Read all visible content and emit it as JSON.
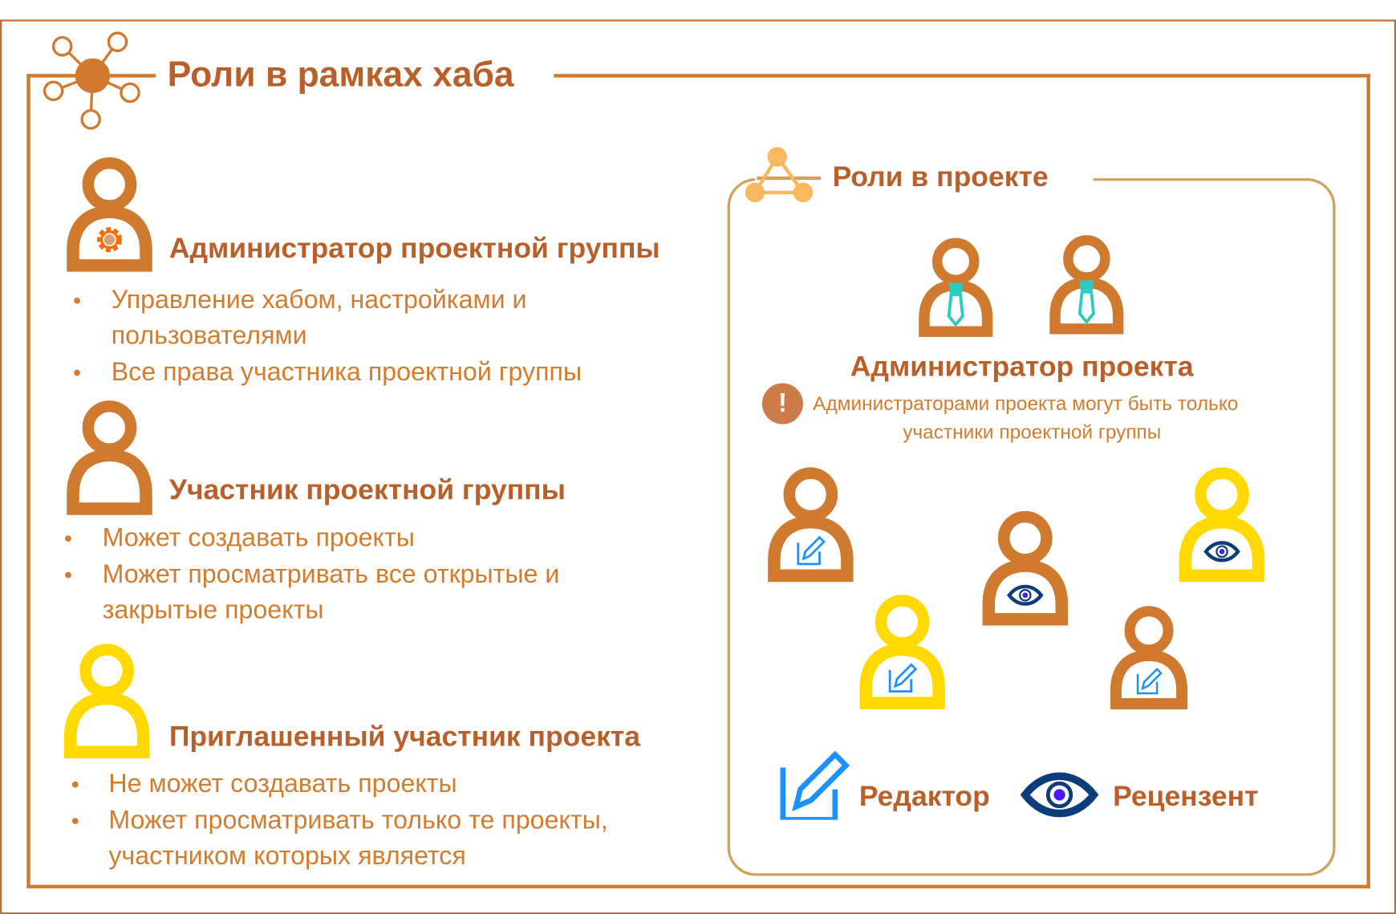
{
  "hub": {
    "title": "Роли в рамках хаба",
    "roles": [
      {
        "name": "Администратор проектной группы",
        "bullets": [
          "Управление хабом, настройками и",
          "пользователями",
          "Все права участника проектной группы"
        ]
      },
      {
        "name": "Участник проектной группы",
        "bullets": [
          "Может создавать проекты",
          "Может просматривать все открытые и",
          "закрытые проекты"
        ]
      },
      {
        "name": "Приглашенный участник проекта",
        "bullets": [
          "Не может создавать проекты",
          "Может просматривать только те проекты,",
          "участником которых является"
        ]
      }
    ]
  },
  "project": {
    "title": "Роли в проекте",
    "admin_title": "Администратор проекта",
    "note_lines": [
      "Администраторами проекта могут быть только",
      "участники проектной группы"
    ],
    "legend": [
      {
        "label": "Редактор",
        "icon": "pencil-icon"
      },
      {
        "label": "Рецензент",
        "icon": "eye-icon"
      }
    ]
  },
  "colors": {
    "member": "#d07a30",
    "guest": "#ffd900",
    "tie": "#2ecbc0",
    "editor": "#1e90ff",
    "reviewer": "#0d3c7a"
  }
}
